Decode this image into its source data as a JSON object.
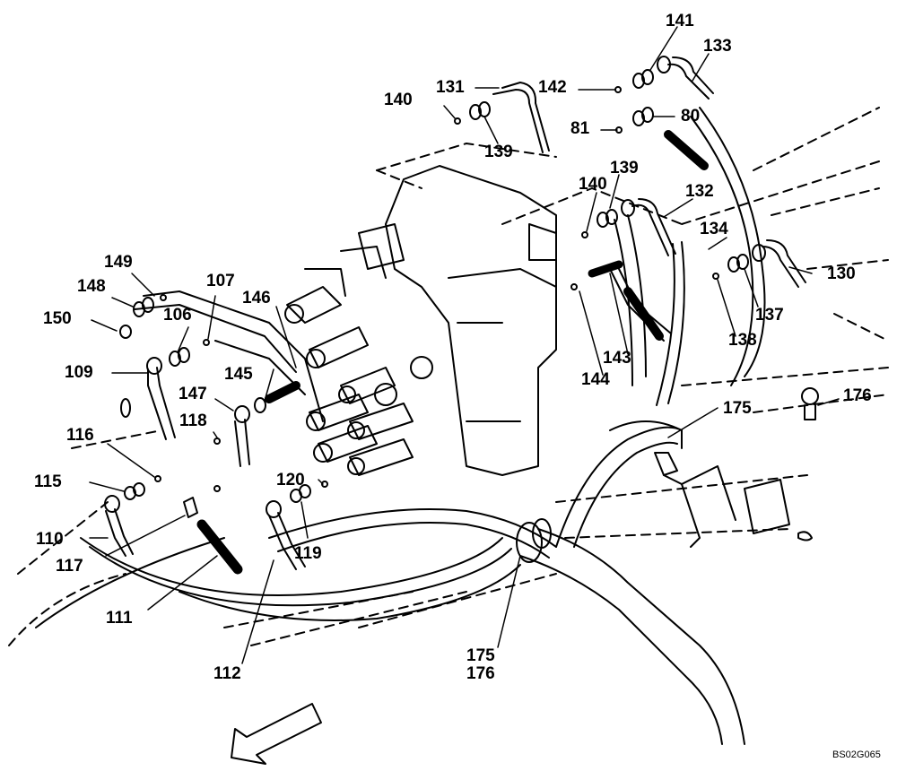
{
  "figure_id": "BS02G065",
  "line_color": "#000000",
  "background_color": "#ffffff",
  "direction_arrow": "front-direction-arrow-icon",
  "callouts": {
    "c141": "141",
    "c133": "133",
    "c131": "131",
    "c142": "142",
    "c140a": "140",
    "c80": "80",
    "c139a": "139",
    "c81": "81",
    "c139b": "139",
    "c140b": "140",
    "c132": "132",
    "c134": "134",
    "c130": "130",
    "c137": "137",
    "c138": "138",
    "c143": "143",
    "c144": "144",
    "c149": "149",
    "c148": "148",
    "c107": "107",
    "c146": "146",
    "c150": "150",
    "c106": "106",
    "c109": "109",
    "c145": "145",
    "c147": "147",
    "c118": "118",
    "c116": "116",
    "c115": "115",
    "c120": "120",
    "c110": "110",
    "c119": "119",
    "c117": "117",
    "c111": "111",
    "c112": "112",
    "c175a": "175",
    "c176a": "176",
    "c175b": "175",
    "c176b": "176"
  }
}
